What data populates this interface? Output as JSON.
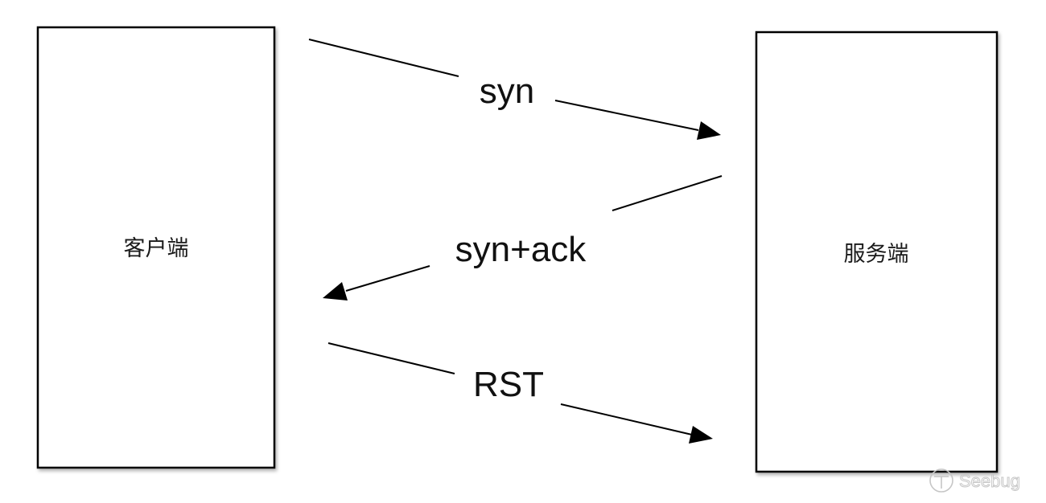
{
  "nodes": {
    "client": {
      "label": "客户端"
    },
    "server": {
      "label": "服务端"
    }
  },
  "messages": [
    {
      "id": "syn",
      "label": "syn",
      "from": "client",
      "to": "server"
    },
    {
      "id": "syn-ack",
      "label": "syn+ack",
      "from": "server",
      "to": "client"
    },
    {
      "id": "rst",
      "label": "RST",
      "from": "client",
      "to": "server"
    }
  ],
  "watermark": {
    "text": "Seebug"
  },
  "colors": {
    "line": "#000000",
    "text": "#111111",
    "watermark": "#c6c6c6"
  }
}
